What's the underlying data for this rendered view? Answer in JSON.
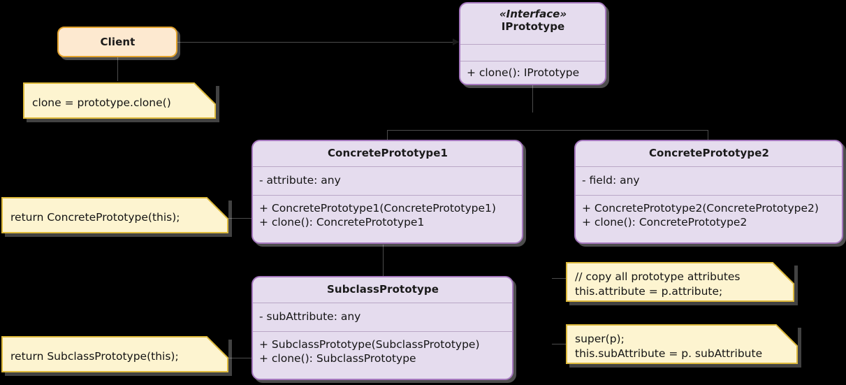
{
  "diagram": {
    "title": "Prototype design pattern UML class diagram",
    "background_color": "#000000",
    "palette": {
      "class_fill": "#e5dcee",
      "class_border": "#a678bf",
      "client_fill": "#fde9d0",
      "client_border": "#e2a22c",
      "note_fill": "#fdf4d0",
      "note_border": "#ddb93b",
      "text": "#141414"
    }
  },
  "classes": {
    "client": {
      "name": "Client",
      "stereotype": "",
      "attributes": [],
      "operations": []
    },
    "iprototype": {
      "stereotype": "«Interface»",
      "name": "IPrototype",
      "attributes": [],
      "operations": [
        "+ clone(): IPrototype"
      ]
    },
    "concrete1": {
      "stereotype": "",
      "name": "ConcretePrototype1",
      "attributes": [
        "- attribute: any"
      ],
      "operations": [
        "+ ConcretePrototype1(ConcretePrototype1)",
        "+ clone(): ConcretePrototype1"
      ]
    },
    "concrete2": {
      "stereotype": "",
      "name": "ConcretePrototype2",
      "attributes": [
        "- field: any"
      ],
      "operations": [
        "+ ConcretePrototype2(ConcretePrototype2)",
        "+ clone(): ConcretePrototype2"
      ]
    },
    "subclass": {
      "stereotype": "",
      "name": "SubclassPrototype",
      "attributes": [
        "- subAttribute: any"
      ],
      "operations": [
        "+ SubclassPrototype(SubclassPrototype)",
        "+ clone(): SubclassPrototype"
      ]
    }
  },
  "notes": {
    "client_note": {
      "lines": [
        "clone = prototype.clone()"
      ]
    },
    "concrete_return_note": {
      "lines": [
        "return ConcretePrototype(this);"
      ]
    },
    "subclass_return_note": {
      "lines": [
        "return SubclassPrototype(this);"
      ]
    },
    "copy_attributes_note": {
      "lines": [
        "// copy all prototype attributes",
        "this.attribute = p.attribute;"
      ]
    },
    "super_note": {
      "lines": [
        "super(p);",
        "this.subAttribute = p. subAttribute"
      ]
    }
  }
}
